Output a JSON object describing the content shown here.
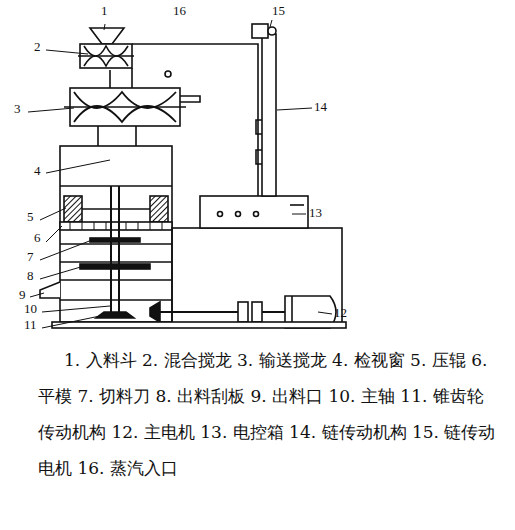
{
  "diagram": {
    "caption": "1. 入料斗 2. 混合搅龙 3. 输送搅龙 4. 检视窗 5. 压辊 6. 平模 7. 切料刀 8. 出料刮板 9. 出料口 10. 主轴 11. 锥齿轮传动机构 12. 主电机 13. 电控箱 14. 链传动机构 15. 链传动电机 16. 蒸汽入口",
    "labels": [
      "1",
      "16",
      "15",
      "2",
      "3",
      "14",
      "4",
      "13",
      "5",
      "6",
      "7",
      "8",
      "9",
      "10",
      "11",
      "12"
    ]
  }
}
